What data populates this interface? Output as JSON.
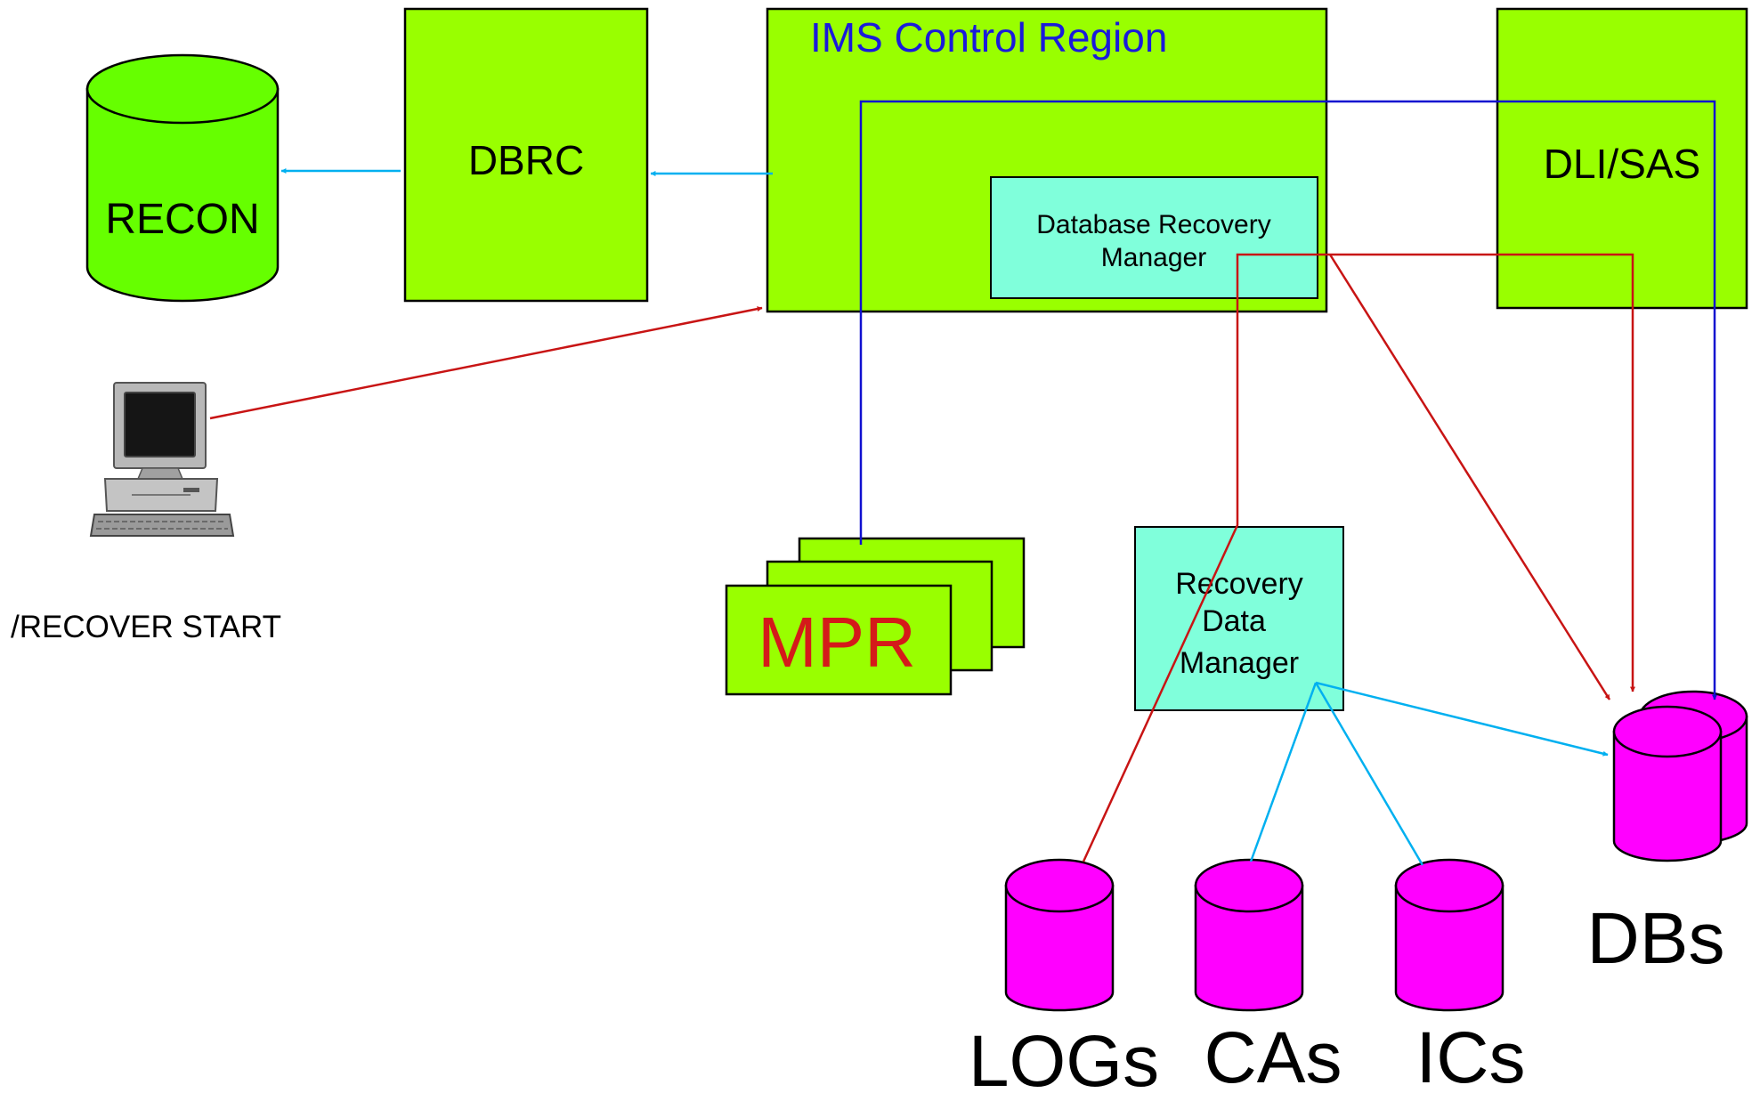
{
  "labels": {
    "ims_control_region": "IMS Control Region",
    "dbrc": "DBRC",
    "recon": "RECON",
    "dli_sas": "DLI/SAS",
    "db_recovery_manager_line1": "Database Recovery",
    "db_recovery_manager_line2": "Manager",
    "recovery_data_manager_line1": "Recovery",
    "recovery_data_manager_line2": "Data",
    "recovery_data_manager_line3": "Manager",
    "mpr": "MPR",
    "recover_start": "/RECOVER START",
    "logs": "LOGs",
    "cas": "CAs",
    "ics": "ICs",
    "dbs": "DBs"
  },
  "icons": {
    "terminal": "computer-terminal-icon",
    "database": "database-cylinder-icon"
  },
  "colors": {
    "box_fill": "#99ff00",
    "recon_fill": "#66ff00",
    "manager_fill": "#80ffdb",
    "datastore_fill": "#ff00ff",
    "ims_title": "#1a1adb",
    "mpr_text": "#d41a1a",
    "arrow_cyan": "#00b0f0",
    "arrow_red": "#c81414",
    "arrow_blue": "#1010d0"
  }
}
